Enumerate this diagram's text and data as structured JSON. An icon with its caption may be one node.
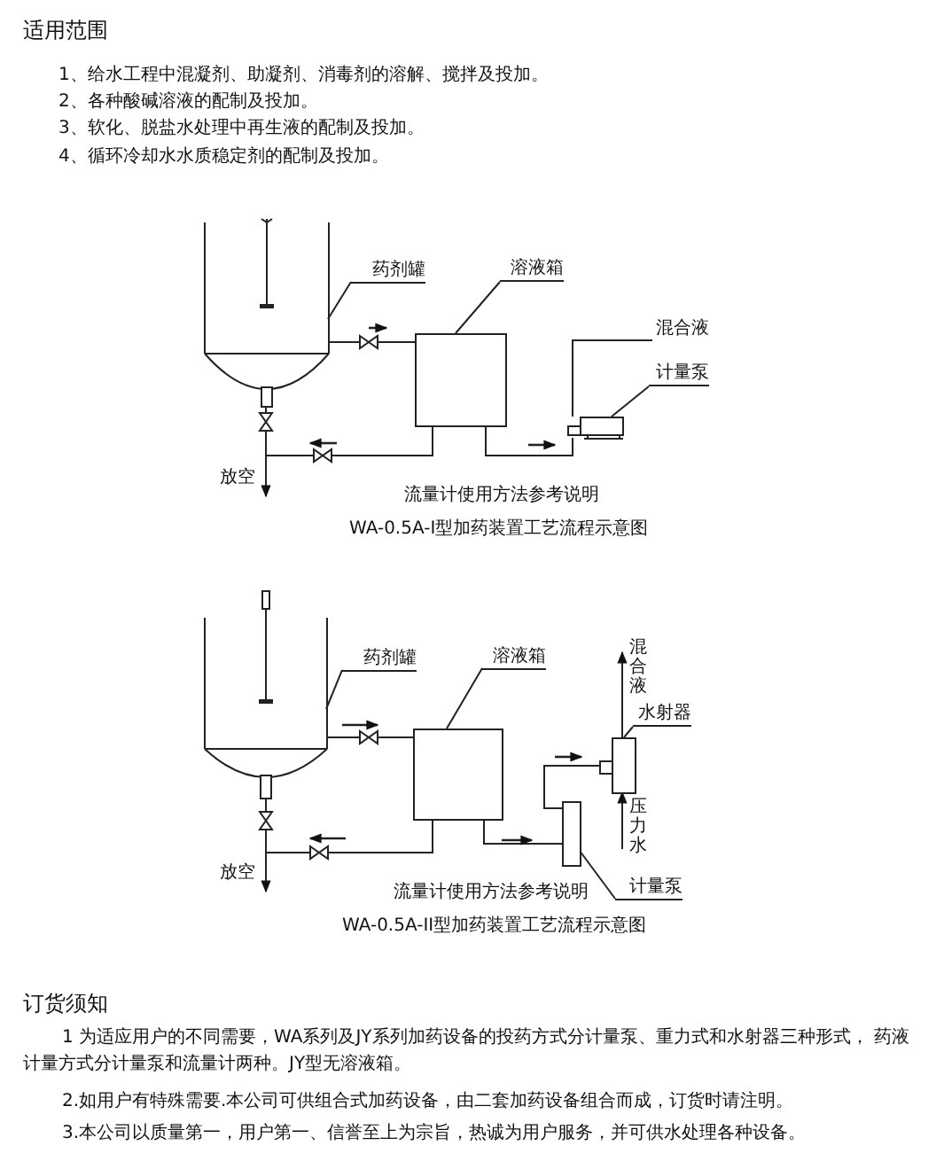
{
  "diagram": {
    "nodes": [
      {
        "text": [
          "药剂罐"
        ]
      },
      {
        "text": [],
        "shape": "tank"
      },
      {
        "text": [
          "溶液箱"
        ]
      },
      {
        "text": [],
        "shape": "box"
      },
      {
        "text": [
          "混合液"
        ]
      },
      {
        "text": [
          "计量泵"
        ]
      },
      {
        "text": [],
        "shape": "pump"
      },
      {
        "text": [
          "药剂罐"
        ]
      },
      {
        "text": [],
        "shape": "tank"
      },
      {
        "text": [
          "溶液箱"
        ]
      },
      {
        "text": [],
        "shape": "box"
      },
      {
        "text": [
          "水射器"
        ]
      },
      {
        "text": [],
        "shape": "ejector"
      },
      {
        "text": [],
        "shape": "box"
      },
      {
        "text": [
          "计量泵"
        ]
      }
    ],
    "edges": [
      {
        "from": 0,
        "to": 1,
        "arrow": "none"
      },
      {
        "from": 2,
        "to": 3,
        "arrow": "none"
      },
      {
        "from": 5,
        "to": 6,
        "arrow": "none"
      },
      {
        "from": 1,
        "to": 3,
        "arrow": "none"
      },
      {
        "from": 3,
        "to": null,
        "arrow": "none"
      },
      {
        "from": 3,
        "to": 6,
        "arrow": "none"
      },
      {
        "from": 6,
        "to": 4,
        "arrow": "none"
      },
      {
        "from": 1,
        "to": null,
        "arrow": "to",
        "label": "放空"
      },
      {
        "from": 7,
        "to": 8,
        "arrow": "none"
      },
      {
        "from": 9,
        "to": 10,
        "arrow": "none"
      },
      {
        "from": 11,
        "to": 12,
        "arrow": "none"
      },
      {
        "from": 14,
        "to": 13,
        "arrow": "none"
      },
      {
        "from": 8,
        "to": 10,
        "arrow": "none"
      },
      {
        "from": 10,
        "to": null,
        "arrow": "none"
      },
      {
        "from": 10,
        "to": 13,
        "arrow": "none"
      },
      {
        "from": 13,
        "to": 12,
        "arrow": "none"
      },
      {
        "from": 8,
        "to": null,
        "arrow": "to",
        "label": "放空"
      },
      {
        "from": null,
        "to": 12,
        "arrow": "to",
        "label": "压力水"
      },
      {
        "from": 12,
        "to": null,
        "arrow": "to",
        "label": "混合液"
      }
    ],
    "labels": [
      "适用范围",
      "1、给水工程中混凝剂、助凝剂、消毒剂的溶解、搅拌及投加。",
      "2、各种酸碱溶液的配制及投加。",
      "3、软化、脱盐水处理中再生液的配制及投加。",
      "4、循环冷却水水质稳定剂的配制及投加。",
      "流量计使用方法参考说明",
      "WA-0.5A-I型加药装置工艺流程示意图",
      "流量计使用方法参考说明",
      "WA-0.5A-II型加药装置工艺流程示意图",
      "订货须知",
      "1  为适应用户的不同需要，WA系列及JY系列加药设备的投药方式分计量泵、重力式和水射器三种形式，  药液计量方式分计量泵和流量计两种。JY型无溶液箱。",
      "2.如用户有特殊需要.本公司可供组合式加药设备，由二套加药设备组合而成，订货时请注明。",
      "3.本公司以质量第一，用户第一、信誉至上为宗旨，热诚为用户服务，并可供水处理各种设备。"
    ]
  }
}
